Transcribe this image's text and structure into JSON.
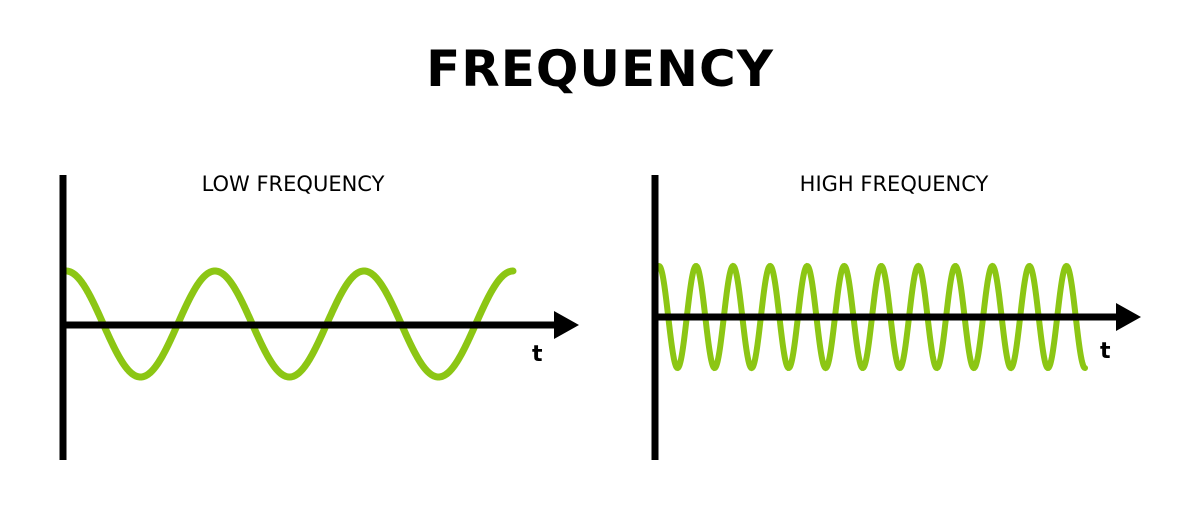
{
  "title": "FREQUENCY",
  "panels": [
    {
      "label": "LOW FREQUENCY",
      "axis_label": "t",
      "cycles": 3
    },
    {
      "label": "HIGH FREQUENCY",
      "axis_label": "t",
      "cycles": 11.5
    }
  ],
  "colors": {
    "wave": "#8cc614",
    "axis": "#000000"
  }
}
